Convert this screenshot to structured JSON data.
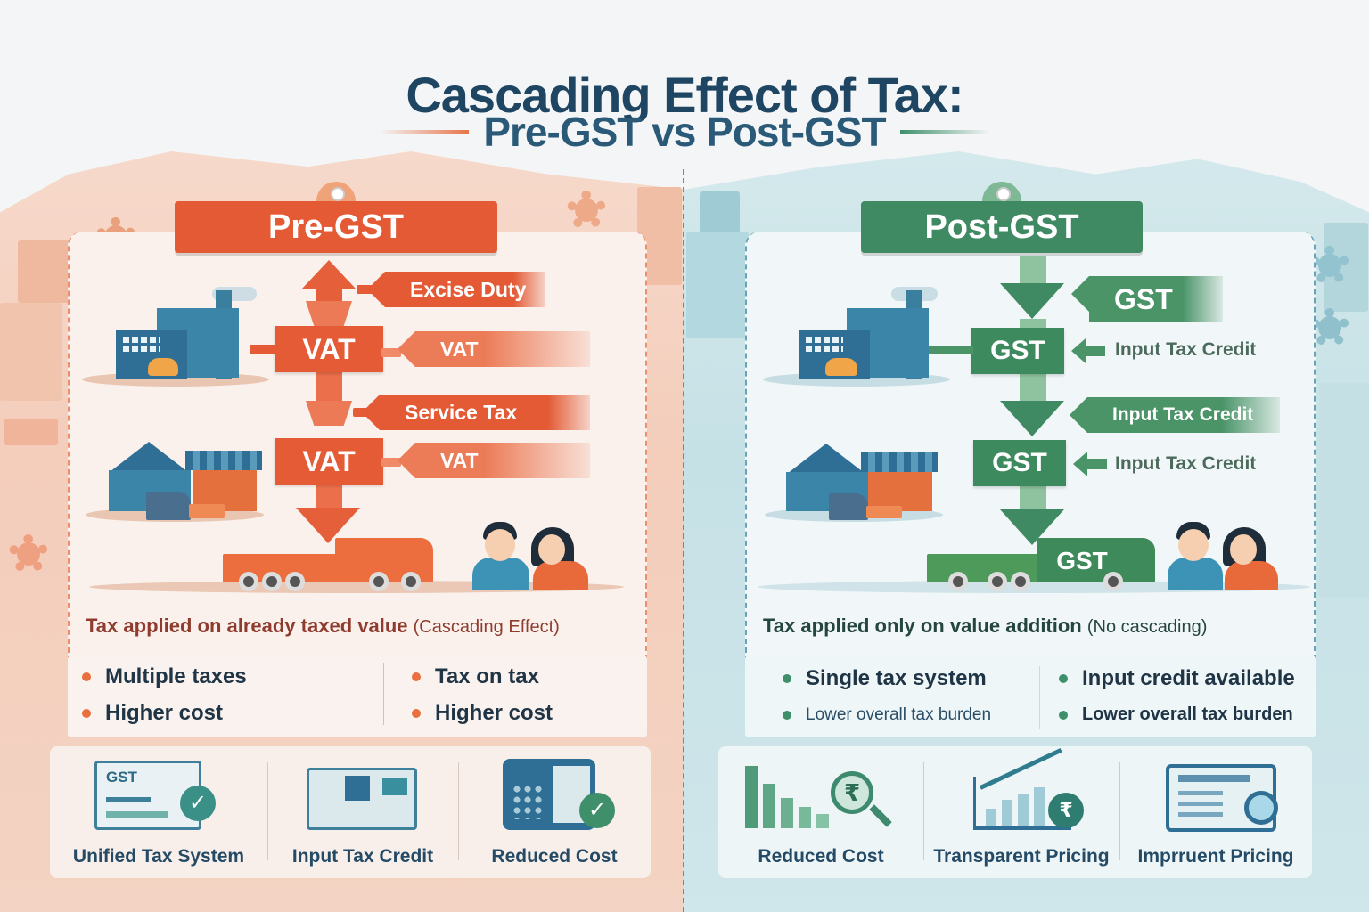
{
  "title": "Cascading Effect of Tax:",
  "subtitle": "Pre-GST vs Post-GST",
  "colors": {
    "title": "#1e4562",
    "pre_accent": "#e35a35",
    "post_accent": "#3f8a62",
    "pre_bg": "#f6d9cb",
    "post_bg": "#d4e9ec"
  },
  "pre_gst": {
    "header": "Pre-GST",
    "flow": {
      "top_flag": "Excise Duty",
      "stage1_box": "VAT",
      "stage1_flag": "VAT",
      "mid_flag": "Service Tax",
      "stage2_box": "VAT",
      "stage2_flag": "VAT"
    },
    "summary_main": "Tax applied on already taxed value",
    "summary_note": "(Cascading Effect)",
    "bullets": [
      "Multiple taxes",
      "Higher cost",
      "Tax on tax",
      "Higher cost"
    ],
    "features": [
      {
        "label": "Unified Tax System",
        "icon": "gst-document-check-icon",
        "icon_text": "GST"
      },
      {
        "label": "Input Tax Credit",
        "icon": "invoice-window-check-icon"
      },
      {
        "label": "Reduced Cost",
        "icon": "calculator-check-icon"
      }
    ]
  },
  "post_gst": {
    "header": "Post-GST",
    "flow": {
      "top_flag": "GST",
      "stage1_box": "GST",
      "stage1_side": "Input Tax Credit",
      "mid_flag": "Input Tax Credit",
      "stage2_box": "GST",
      "stage2_side": "Input Tax Credit",
      "truck_label": "GST"
    },
    "summary_main": "Tax applied only on value addition",
    "summary_note": "(No cascading)",
    "bullets": [
      "Single tax system",
      "Lower overall tax burden",
      "Input credit available",
      "Lower overall tax burden"
    ],
    "features": [
      {
        "label": "Reduced Cost",
        "icon": "declining-bars-rupee-magnifier-icon",
        "icon_text": "₹"
      },
      {
        "label": "Transparent Pricing",
        "icon": "rising-chart-rupee-icon",
        "icon_text": "₹"
      },
      {
        "label": "Imprruent Pricing",
        "icon": "document-magnifier-icon"
      }
    ]
  }
}
